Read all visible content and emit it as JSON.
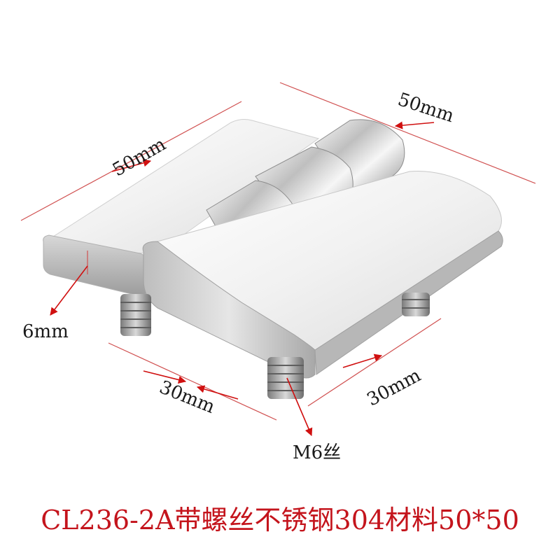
{
  "dimensions": {
    "left_width": "50mm",
    "right_width": "50mm",
    "thickness": "6mm",
    "screw_spacing_left": "30mm",
    "screw_spacing_right": "30mm",
    "thread": "M6丝"
  },
  "caption": "CL236-2A带螺丝不锈钢304材料50*50",
  "colors": {
    "caption": "#c4141c",
    "arrow": "#d01010",
    "dim_line": "#d05050",
    "metal_light": "#f4f4f4",
    "metal_dark": "#9a9a9a"
  }
}
